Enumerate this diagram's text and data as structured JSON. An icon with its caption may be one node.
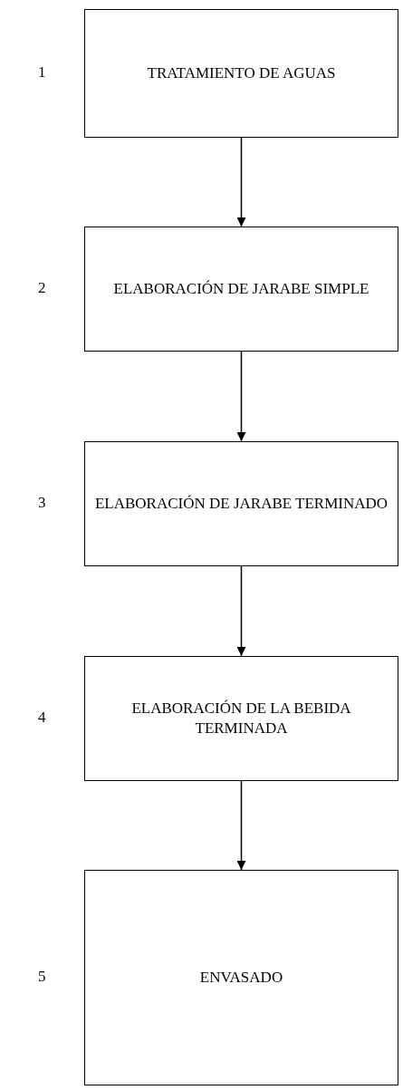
{
  "diagram": {
    "nodes": [
      {
        "text": [
          "TRATAMIENTO DE AGUAS"
        ],
        "beside": [
          "1"
        ]
      },
      {
        "text": [
          "ELABORACIÓN DE JARABE SIMPLE"
        ],
        "beside": [
          "2"
        ]
      },
      {
        "text": [
          "ELABORACIÓN DE JARABE TERMINADO"
        ],
        "beside": [
          "3"
        ]
      },
      {
        "text": [
          "ELABORACIÓN DE LA BEBIDA TERMINADA"
        ],
        "beside": [
          "4"
        ]
      },
      {
        "text": [
          "ENVASADO"
        ],
        "beside": [
          "5"
        ]
      }
    ],
    "edges": [
      {
        "from": 0,
        "to": 1,
        "arrow": "to"
      },
      {
        "from": 1,
        "to": 2,
        "arrow": "to"
      },
      {
        "from": 2,
        "to": 3,
        "arrow": "to"
      },
      {
        "from": 3,
        "to": 4,
        "arrow": "to"
      }
    ]
  }
}
